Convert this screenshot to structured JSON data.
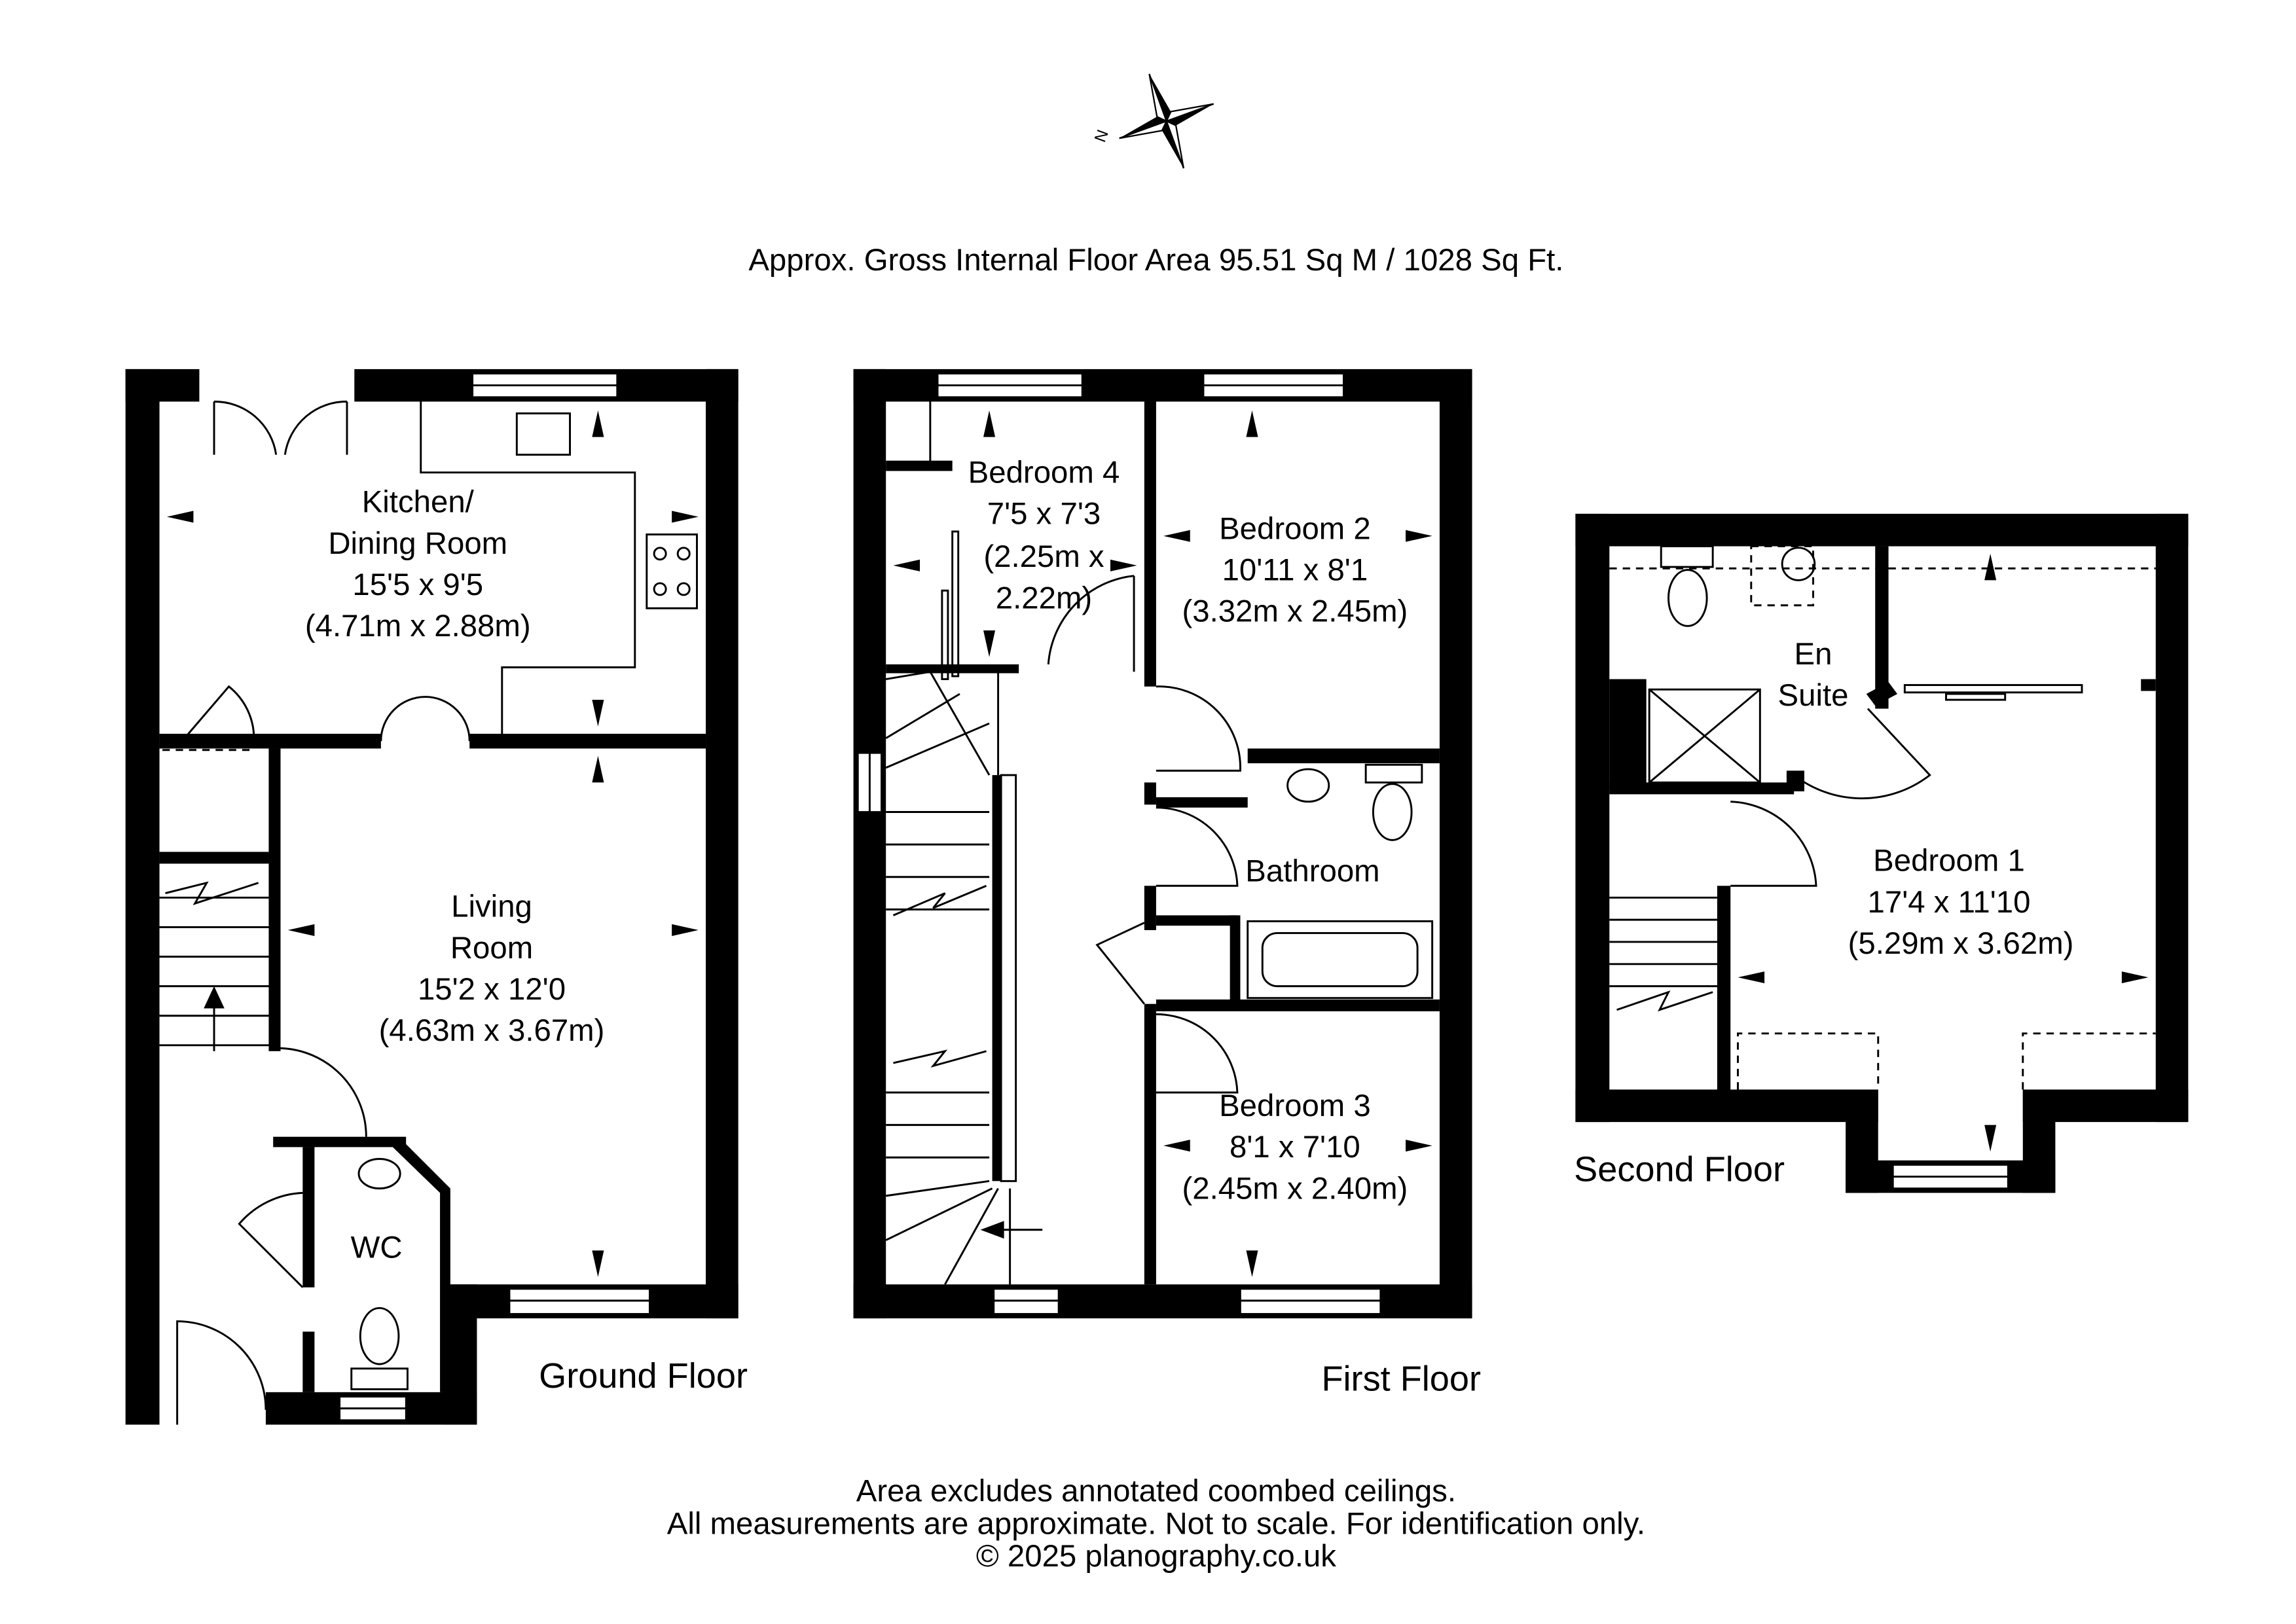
{
  "header": {
    "area_title": "Approx. Gross Internal Floor Area 95.51 Sq M / 1028 Sq Ft.",
    "compass_letter": "N"
  },
  "floors": [
    {
      "name": "Ground Floor",
      "rooms": [
        {
          "name_line1": "Kitchen/",
          "name_line2": "Dining Room",
          "imperial": "15'5 x 9'5",
          "metric": "(4.71m x 2.88m)"
        },
        {
          "name_line1": "Living",
          "name_line2": "Room",
          "imperial": "15'2 x 12'0",
          "metric": "(4.63m x 3.67m)"
        },
        {
          "name_line1": "WC"
        }
      ]
    },
    {
      "name": "First Floor",
      "rooms": [
        {
          "name_line1": "Bedroom 4",
          "imperial": "7'5 x 7'3",
          "metric_line1": "(2.25m x",
          "metric_line2": "2.22m)"
        },
        {
          "name_line1": "Bedroom 2",
          "imperial": "10'11 x 8'1",
          "metric": "(3.32m x 2.45m)"
        },
        {
          "name_line1": "Bathroom"
        },
        {
          "name_line1": "Bedroom 3",
          "imperial": "8'1 x 7'10",
          "metric": "(2.45m x 2.40m)"
        }
      ]
    },
    {
      "name": "Second Floor",
      "rooms": [
        {
          "name_line1": "En",
          "name_line2": "Suite"
        },
        {
          "name_line1": "Bedroom 1",
          "imperial": "17'4 x 11'10",
          "metric": "(5.29m x 3.62m)"
        }
      ]
    }
  ],
  "footer": {
    "line1": "Area excludes annotated coombed ceilings.",
    "line2": "All measurements are approximate. Not to scale. For identification only.",
    "line3": "© 2025 planography.co.uk"
  }
}
